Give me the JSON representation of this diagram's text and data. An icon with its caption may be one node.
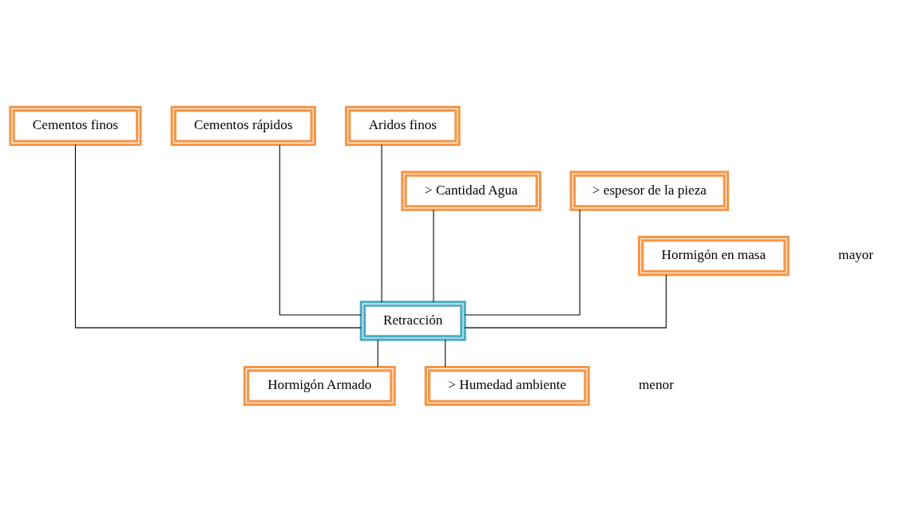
{
  "diagram": {
    "nodes": [
      {
        "text": [
          "Cementos finos"
        ]
      },
      {
        "text": [
          "Cementos rápidos"
        ]
      },
      {
        "text": [
          "Aridos finos"
        ]
      },
      {
        "text": [
          "> Cantidad Agua"
        ]
      },
      {
        "text": [
          "> espesor de la pieza"
        ]
      },
      {
        "text": [
          "Hormigón en masa"
        ]
      },
      {
        "text": [
          "Retracción"
        ]
      },
      {
        "text": [
          "Hormigón Armado"
        ]
      },
      {
        "text": [
          "> Humedad ambiente"
        ]
      }
    ],
    "edges": [
      {
        "from": 0,
        "to": 6,
        "arrow": "none"
      },
      {
        "from": 1,
        "to": 6,
        "arrow": "none"
      },
      {
        "from": 2,
        "to": 6,
        "arrow": "none"
      },
      {
        "from": 3,
        "to": 6,
        "arrow": "none"
      },
      {
        "from": 4,
        "to": 6,
        "arrow": "none"
      },
      {
        "from": 5,
        "to": 6,
        "arrow": "none"
      },
      {
        "from": 6,
        "to": 7,
        "arrow": "none"
      },
      {
        "from": 6,
        "to": 8,
        "arrow": "none"
      }
    ],
    "labels": [
      "mayor",
      "menor"
    ]
  }
}
